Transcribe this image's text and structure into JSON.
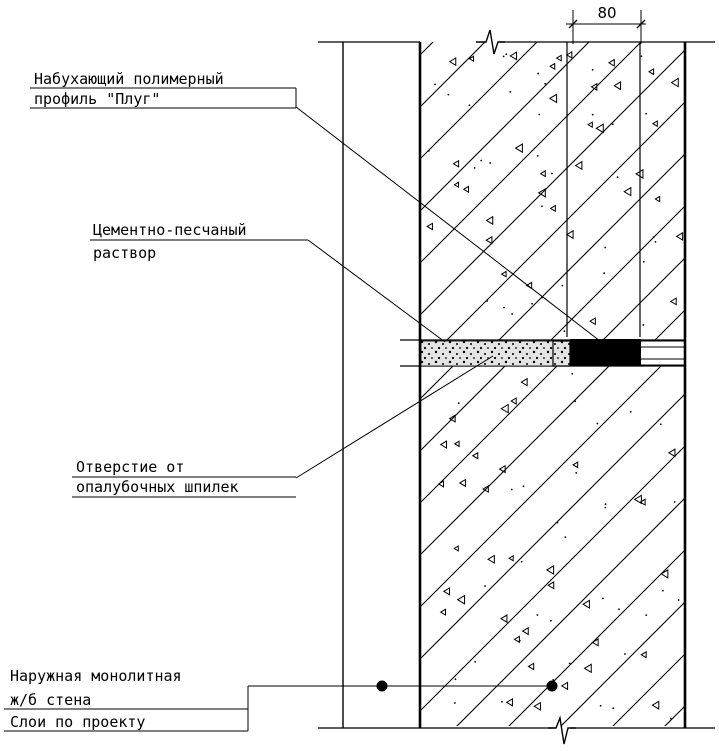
{
  "labels": {
    "profile_line1": "Набухающий полимерный",
    "profile_line2": "профиль \"Плуг\"",
    "mortar_line1": "Цементно-песчаный",
    "mortar_line2": "раствор",
    "hole_line1": "Отверстие от",
    "hole_line2": "опалубочных шпилек",
    "wall_line1": "Наружная монолитная",
    "wall_line2": "ж/б стена",
    "layers": "Слои по проекту"
  },
  "dimension": {
    "value": "80"
  }
}
